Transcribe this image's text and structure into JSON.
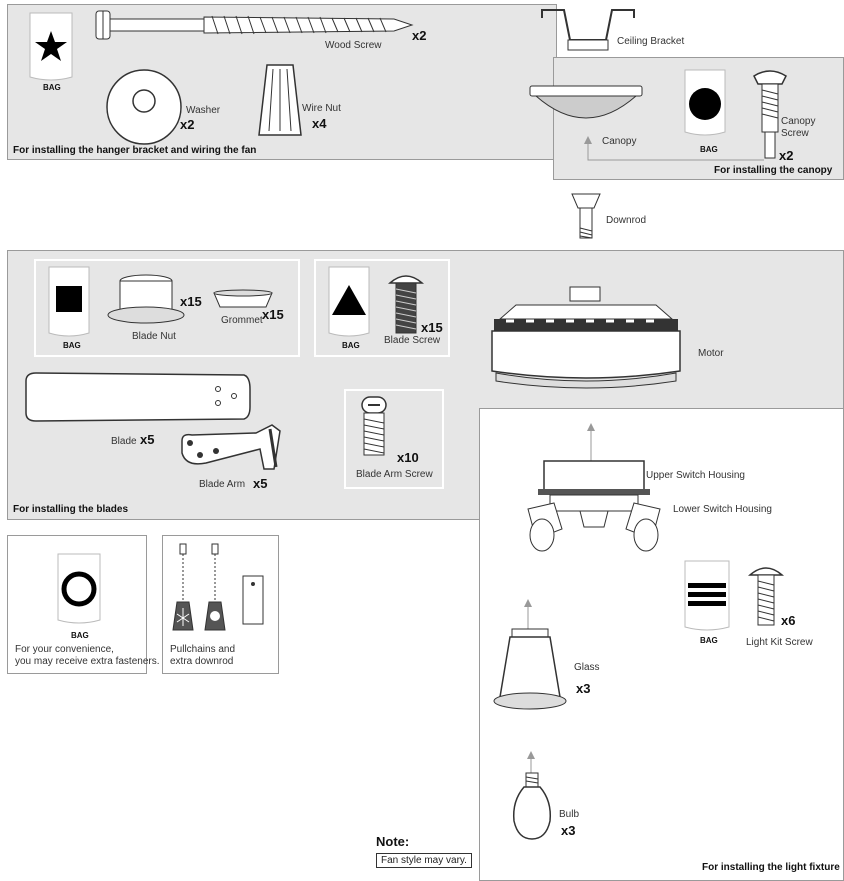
{
  "hanger": {
    "bag_label": "BAG",
    "wood_screw": "Wood Screw",
    "wood_screw_qty": "x2",
    "washer": "Washer",
    "washer_qty": "x2",
    "wire_nut": "Wire Nut",
    "wire_nut_qty": "x4",
    "caption": "For installing the hanger bracket and wiring the fan"
  },
  "ceiling_bracket": "Ceiling Bracket",
  "canopy_panel": {
    "canopy": "Canopy",
    "bag_label": "BAG",
    "canopy_screw": "Canopy Screw",
    "canopy_screw_qty": "x2",
    "caption": "For installing the canopy"
  },
  "downrod": "Downrod",
  "blades_panel": {
    "bag1_label": "BAG",
    "blade_nut": "Blade Nut",
    "blade_nut_qty": "x15",
    "grommet": "Grommet",
    "grommet_qty": "x15",
    "bag2_label": "BAG",
    "blade_screw": "Blade Screw",
    "blade_screw_qty": "x15",
    "blade": "Blade",
    "blade_qty": "x5",
    "blade_arm": "Blade Arm",
    "blade_arm_qty": "x5",
    "blade_arm_screw": "Blade Arm Screw",
    "blade_arm_screw_qty": "x10",
    "motor": "Motor",
    "caption": "For installing the blades"
  },
  "extras": {
    "bag_label": "BAG",
    "line1": "For your convenience,",
    "line2": "you may receive extra fasteners.",
    "pull1": "Pullchains and",
    "pull2": "extra downrod"
  },
  "light": {
    "upper": "Upper Switch Housing",
    "lower": "Lower Switch Housing",
    "bag_label": "BAG",
    "light_kit_screw": "Light Kit Screw",
    "light_kit_screw_qty": "x6",
    "glass": "Glass",
    "glass_qty": "x3",
    "bulb": "Bulb",
    "bulb_qty": "x3",
    "caption": "For installing the light fixture"
  },
  "note": {
    "title": "Note:",
    "text": "Fan style may vary."
  }
}
